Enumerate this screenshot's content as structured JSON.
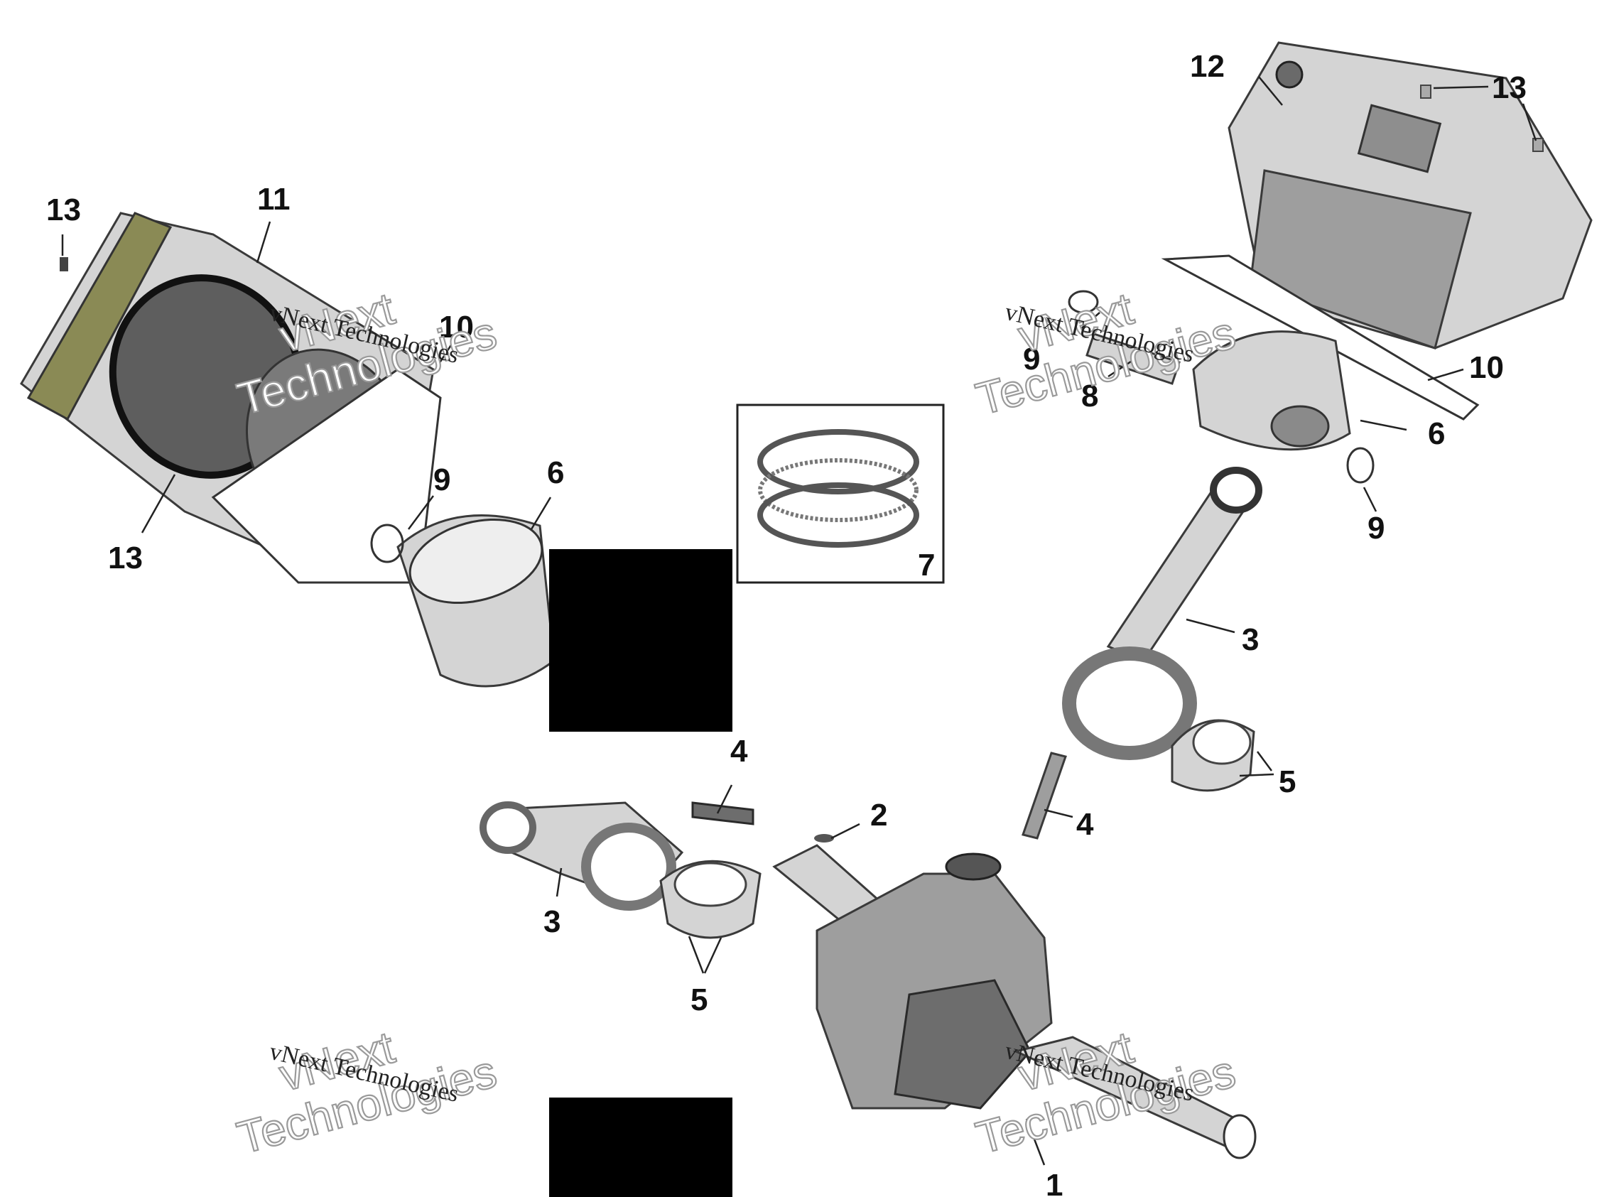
{
  "callouts": {
    "c1": "1",
    "c2": "2",
    "c3a": "3",
    "c3b": "3",
    "c4a": "4",
    "c4b": "4",
    "c5a": "5",
    "c5b": "5",
    "c6a": "6",
    "c6b": "6",
    "c7": "7",
    "c8": "8",
    "c9a": "9",
    "c9b": "9",
    "c9c": "9",
    "c10a": "10",
    "c10b": "10",
    "c11": "11",
    "c12": "12",
    "c13a": "13",
    "c13b": "13",
    "c13c": "13"
  },
  "watermark": {
    "line_small": "vNext Technologies",
    "line_big_1": "vNext",
    "line_big_2": "Technologies"
  },
  "colors": {
    "part": "#9e9e9e",
    "gasket_accent": "#8a8a55",
    "redaction": "#000000"
  }
}
